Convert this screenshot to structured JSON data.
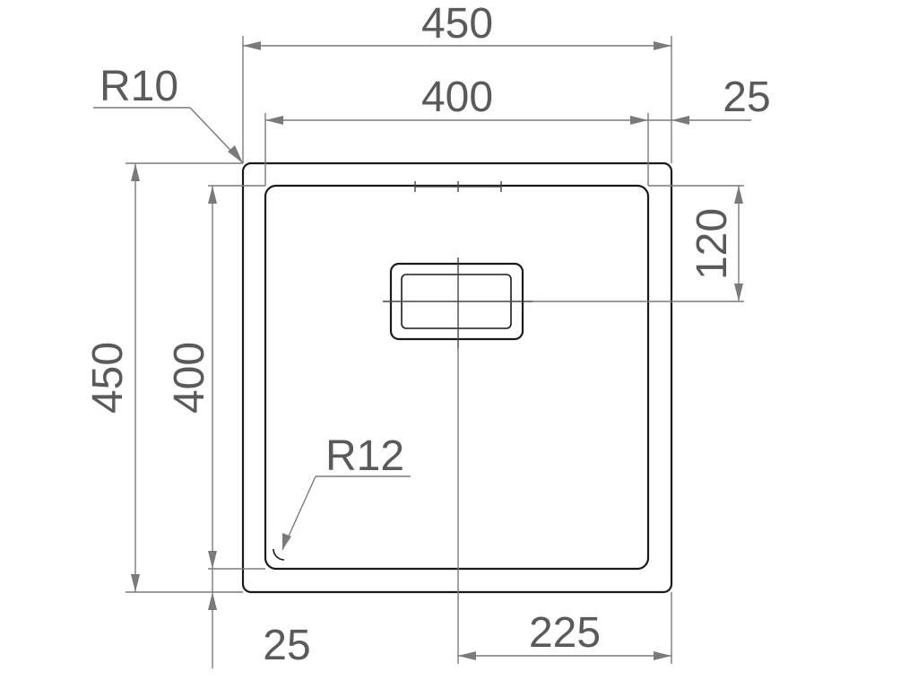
{
  "dimensions": {
    "outer_width": "450",
    "inner_width": "400",
    "rim_right": "25",
    "outer_corner_radius": "R10",
    "inner_corner_radius": "R12",
    "outer_height": "450",
    "inner_height": "400",
    "drain_offset_top": "120",
    "rim_bottom": "25",
    "drain_offset_right": "225"
  },
  "colors": {
    "outline": "#1a1a1a",
    "dimension": "#7a7a7a",
    "text": "#5a5a5a"
  }
}
